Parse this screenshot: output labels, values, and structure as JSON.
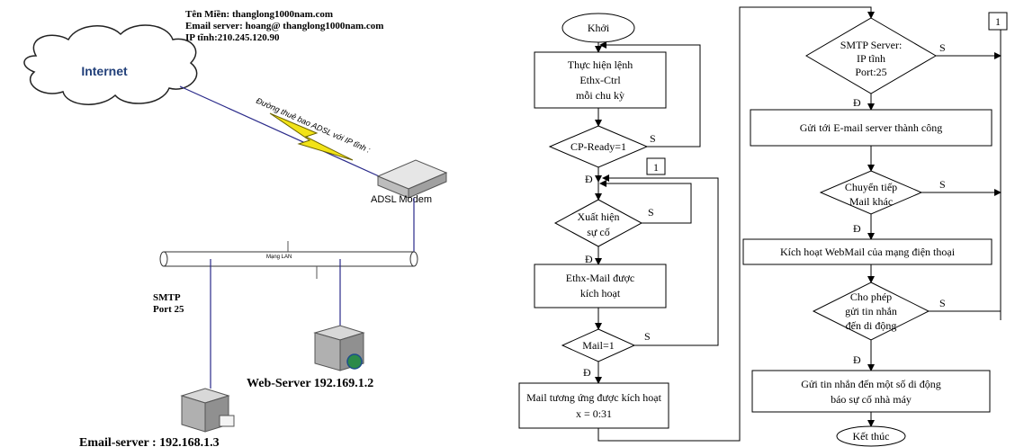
{
  "network": {
    "domain_line": "Tên Miền: thanglong1000nam.com",
    "email_server_line": "Email server: hoang@ thanglong1000nam.com",
    "static_ip_line": "IP tĩnh:210.245.120.90",
    "internet_label": "Internet",
    "adsl_line_label": "Đường thuê bao ADSL với IP tĩnh :",
    "modem_label": "ADSL Modem",
    "lan_label": "Mạng LAN",
    "smtp_label": "SMTP",
    "port_label": "Port 25",
    "web_server_label": "Web-Server 192.169.1.2",
    "email_server_label": "Email-server : 192.168.1.3"
  },
  "flowchart": {
    "start": "Khởi",
    "cmd": [
      "Thực hiện lệnh",
      "Ethx-Ctrl",
      "mỗi chu kỳ"
    ],
    "cp_ready": "CP-Ready=1",
    "incident": [
      "Xuất hiện",
      "sự cố"
    ],
    "ethx_mail": [
      "Ethx-Mail được",
      "kích hoạt"
    ],
    "mail_cond": "Mail=1",
    "mail_activated": [
      "Mail tương ứng được kích hoạt",
      "x = 0:31"
    ],
    "smtp_cond": [
      "SMTP Server:",
      "IP tĩnh",
      "Port:25"
    ],
    "send_ok": "Gửi tới E-mail server thành công",
    "forward_cond": [
      "Chuyển tiếp",
      "Mail khác"
    ],
    "webmail": "Kích hoạt WebMail của mạng điện thoại",
    "sms_cond": [
      "Cho phép",
      "gửi tin nhắn",
      "đến di động"
    ],
    "sms_send": [
      "Gửi tin nhắn đến một số di động",
      "báo sự cố nhà máy"
    ],
    "end": "Kết thúc",
    "yes": "Đ",
    "no": "S",
    "connector": "1"
  }
}
